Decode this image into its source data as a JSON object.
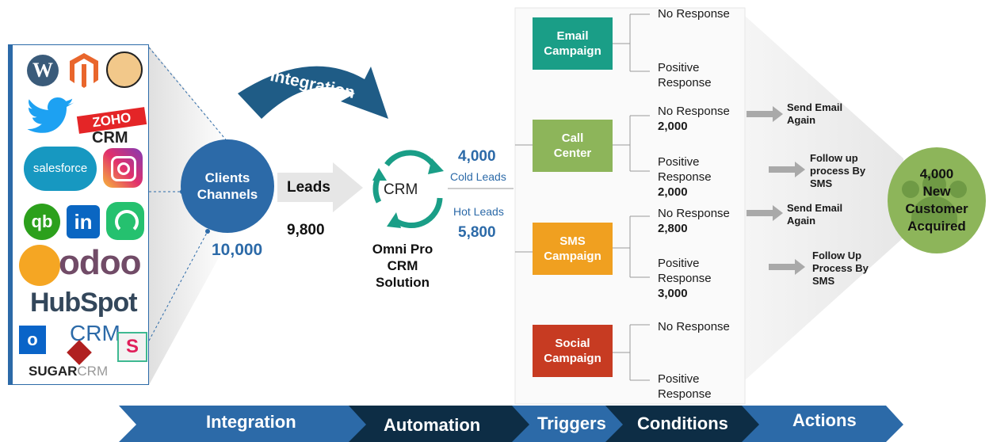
{
  "logos": {
    "zoho": "ZOHO",
    "zoho_crm": "CRM",
    "salesforce": "salesforce",
    "linkedin": "in",
    "quickbooks": "qb",
    "odoo": "odoo",
    "hubspot": "HubSpot",
    "outlook_crm": "CRM",
    "sugar": "SUGAR",
    "sugar_crm": "CRM"
  },
  "clients": {
    "title": "Clients\nChannels",
    "count": "10,000"
  },
  "leads": {
    "label": "Leads",
    "count": "9,800"
  },
  "integration_arrow": "Integration",
  "crm": {
    "center": "CRM",
    "caption": "Omni Pro\nCRM\nSolution"
  },
  "cold": {
    "count": "4,000",
    "label": "Cold Leads"
  },
  "hot": {
    "label": "Hot Leads",
    "count": "5,800"
  },
  "campaigns": [
    {
      "label": "Email\nCampaign",
      "color": "#1a9e87"
    },
    {
      "label": "Call\nCenter",
      "color": "#8db55a"
    },
    {
      "label": "SMS\nCampaign",
      "color": "#f0a020"
    },
    {
      "label": "Social\nCampaign",
      "color": "#c73b22"
    }
  ],
  "responses": {
    "email_no": "No Response",
    "email_pos": "Positive\nResponse",
    "call_no": "No Response",
    "call_no_count": "2,000",
    "call_pos": "Positive\nResponse",
    "call_pos_count": "2,000",
    "sms_no": "No Response",
    "sms_no_count": "2,800",
    "sms_pos": "Positive\nResponse",
    "sms_pos_count": "3,000",
    "social_no": "No Response",
    "social_pos": "Positive\nResponse"
  },
  "actions": [
    "Send Email\nAgain",
    "Follow up\nprocess By\nSMS",
    "Send Email\nAgain",
    "Follow Up\nProcess By\nSMS"
  ],
  "result": "4,000\nNew\nCustomer\nAcquired",
  "stages": [
    "Integration",
    "Automation",
    "Triggers",
    "Conditions",
    "Actions"
  ],
  "colors": {
    "blue": "#2c6aa8",
    "dark": "#0d2d45",
    "green": "#1a9e87",
    "result": "#8db55a"
  }
}
